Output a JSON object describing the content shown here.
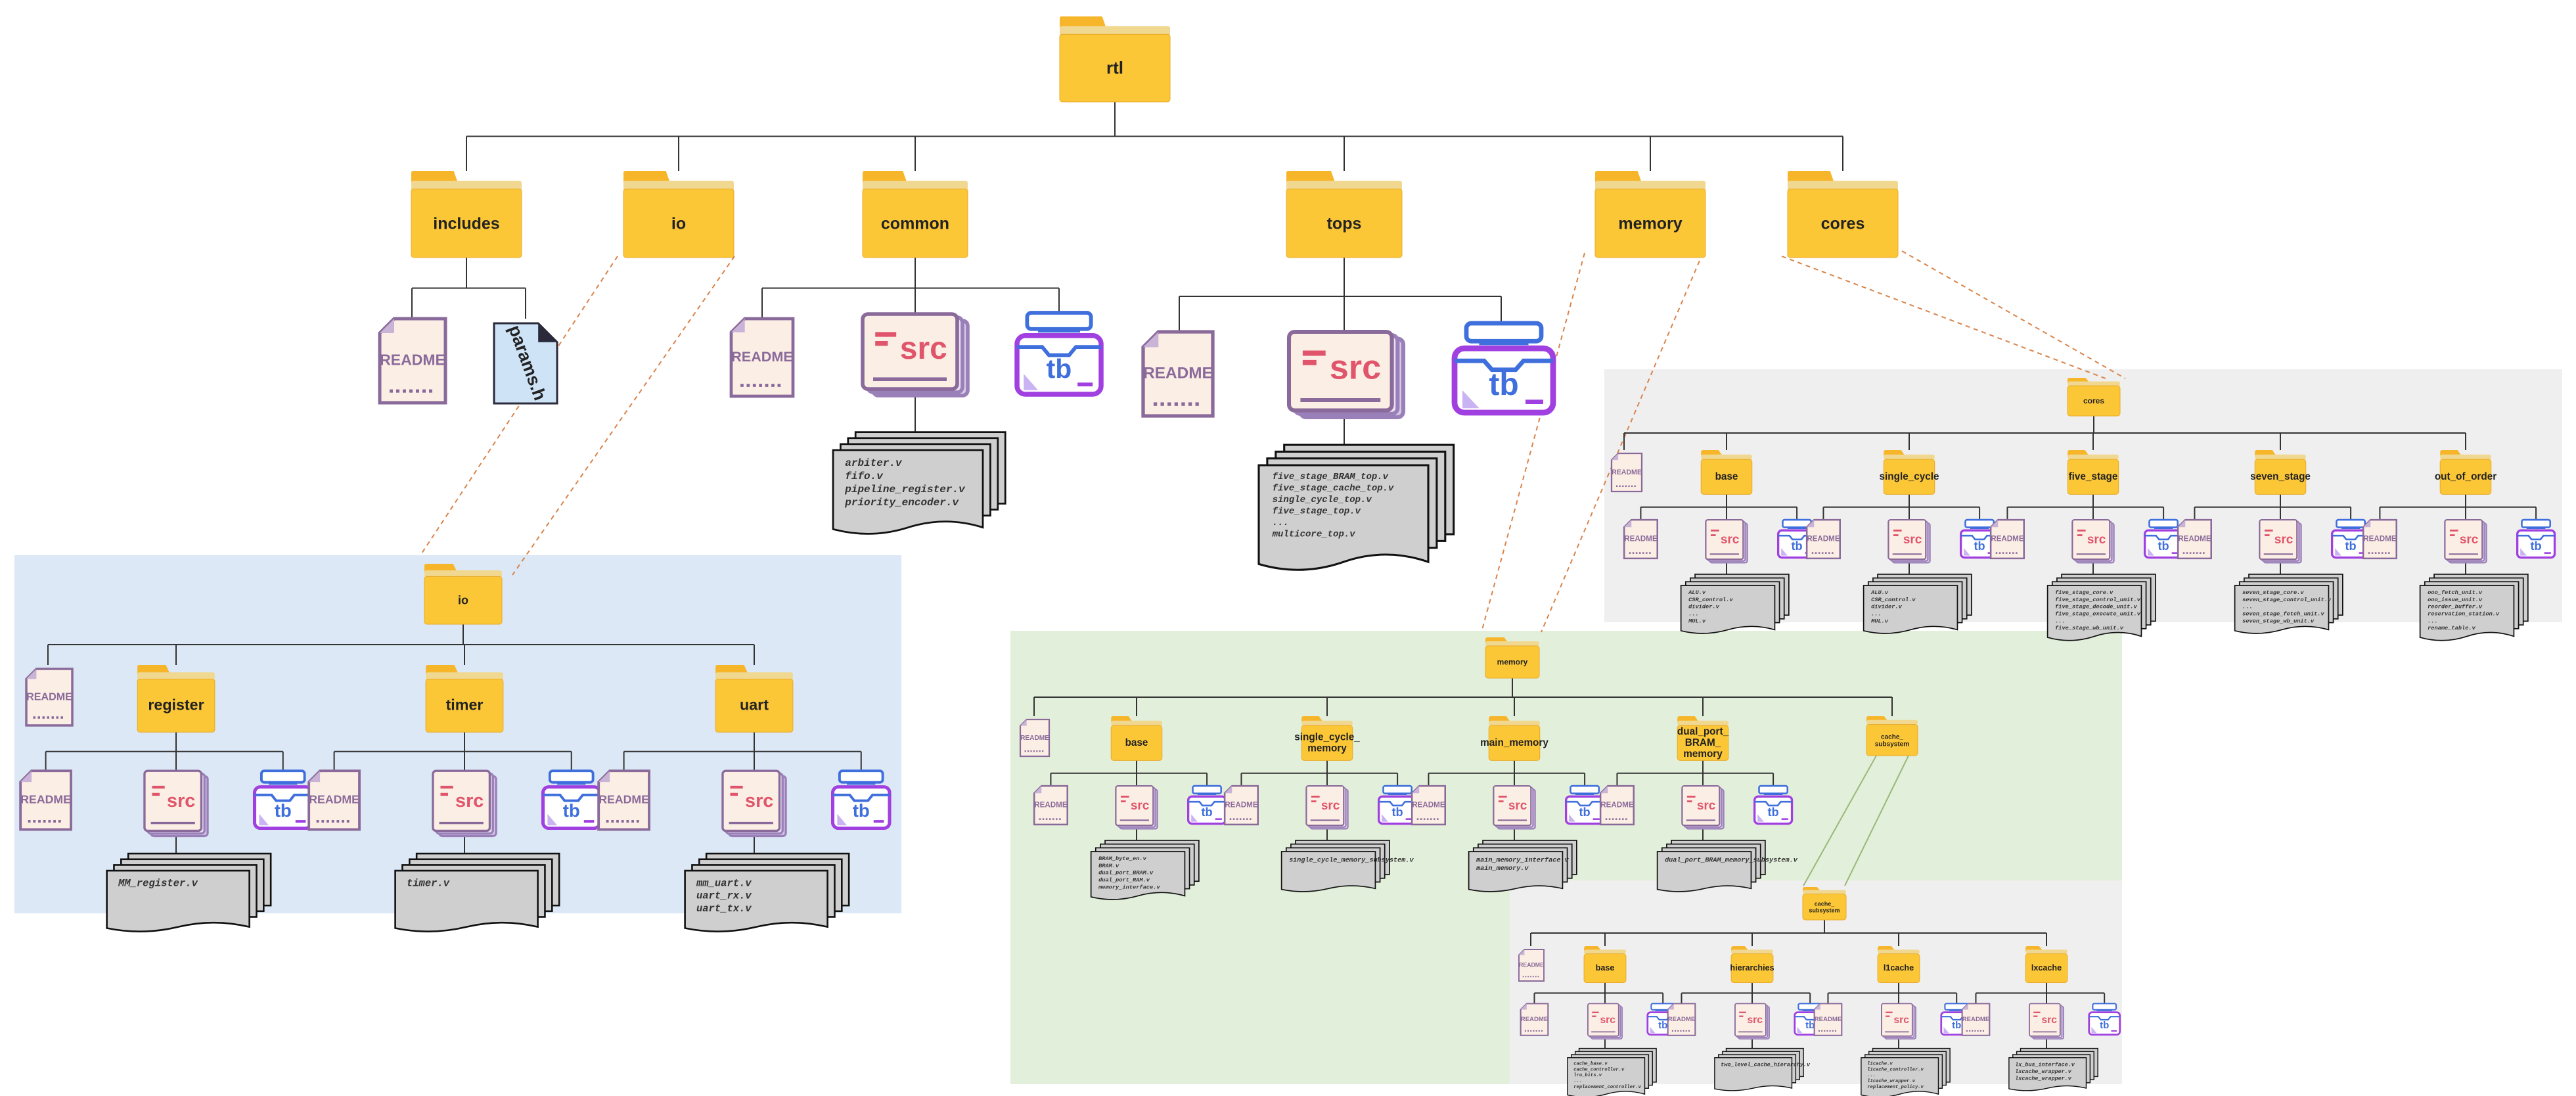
{
  "root": {
    "label": "rtl"
  },
  "top_dirs": {
    "includes": {
      "label": "includes",
      "readme": "README",
      "params": "params.h"
    },
    "io": {
      "label": "io"
    },
    "common": {
      "label": "common",
      "readme": "README",
      "src": "src",
      "tb": "tb",
      "files": [
        "arbiter.v",
        "fifo.v",
        "pipeline_register.v",
        "priority_encoder.v"
      ]
    },
    "tops": {
      "label": "tops",
      "readme": "README",
      "src": "src",
      "tb": "tb",
      "files": [
        "five_stage_BRAM_top.v",
        "five_stage_cache_top.v",
        "single_cycle_top.v",
        "five_stage_top.v",
        "...",
        "multicore_top.v"
      ]
    },
    "memory": {
      "label": "memory"
    },
    "cores": {
      "label": "cores"
    }
  },
  "io_panel": {
    "title": "io",
    "readme": "README",
    "subdirs": [
      {
        "label": "register",
        "readme": "README",
        "src": "src",
        "tb": "tb",
        "files": [
          "MM_register.v"
        ]
      },
      {
        "label": "timer",
        "readme": "README",
        "src": "src",
        "tb": "tb",
        "files": [
          "timer.v"
        ]
      },
      {
        "label": "uart",
        "readme": "README",
        "src": "src",
        "tb": "tb",
        "files": [
          "mm_uart.v",
          "uart_rx.v",
          "uart_tx.v"
        ]
      }
    ]
  },
  "cores_panel": {
    "title": "cores",
    "readme": "README",
    "subdirs": [
      {
        "label": "base",
        "readme": "README",
        "src": "src",
        "tb": "tb",
        "files": [
          "ALU.v",
          "CSR_control.v",
          "divider.v",
          "...",
          "MUL.v"
        ]
      },
      {
        "label": "single_cycle",
        "readme": "README",
        "src": "src",
        "tb": "tb",
        "files": [
          "ALU.v",
          "CSR_control.v",
          "divider.v",
          "...",
          "MUL.v"
        ]
      },
      {
        "label": "five_stage",
        "readme": "README",
        "src": "src",
        "tb": "tb",
        "files": [
          "five_stage_core.v",
          "five_stage_control_unit.v",
          "five_stage_decode_unit.v",
          "five_stage_execute_unit.v",
          "...",
          "five_stage_wb_unit.v"
        ]
      },
      {
        "label": "seven_stage",
        "readme": "README",
        "src": "src",
        "tb": "tb",
        "files": [
          "seven_stage_core.v",
          "seven_stage_control_unit.v",
          "...",
          "seven_stage_fetch_unit.v",
          "seven_stage_wb_unit.v"
        ]
      },
      {
        "label": "out_of_order",
        "readme": "README",
        "src": "src",
        "tb": "tb",
        "files": [
          "ooo_fetch_unit.v",
          "ooo_issue_unit.v",
          "reorder_buffer.v",
          "reservation_station.v",
          "...",
          "rename_table.v"
        ]
      }
    ]
  },
  "memory_panel": {
    "title": "memory",
    "readme": "README",
    "subdirs": [
      {
        "label": "base",
        "readme": "README",
        "src": "src",
        "tb": "tb",
        "files": [
          "BRAM_byte_en.v",
          "BRAM.v",
          "dual_port_BRAM.v",
          "dual_port_RAM.v",
          "memory_interface.v"
        ]
      },
      {
        "label": "single_cycle_memory",
        "readme": "README",
        "src": "src",
        "tb": "tb",
        "files": [
          "single_cycle_memory_subsystem.v"
        ]
      },
      {
        "label": "main_memory",
        "readme": "README",
        "src": "src",
        "tb": "tb",
        "files": [
          "main_memory_interface.v",
          "main_memory.v"
        ]
      },
      {
        "label": "dual_port_BRAM_memory",
        "readme": "README",
        "src": "src",
        "tb": "tb",
        "files": [
          "dual_port_BRAM_memory_subsystem.v"
        ]
      },
      {
        "label": "cache_subsystem"
      }
    ]
  },
  "cache_panel": {
    "title": "cache_subsystem",
    "subdirs": [
      {
        "label": "base",
        "readme": "README",
        "src": "src",
        "tb": "tb",
        "files": [
          "cache_base.v",
          "cache_controller.v",
          "lru_bits.v",
          "...",
          "replacement_controller.v"
        ]
      },
      {
        "label": "hierarchies",
        "readme": "README",
        "src": "src",
        "tb": "tb",
        "files": [
          "two_level_cache_hierarchy.v"
        ]
      },
      {
        "label": "l1cache",
        "readme": "README",
        "src": "src",
        "tb": "tb",
        "files": [
          "l1cache.v",
          "l1cache_controller.v",
          "...",
          "l1cache_wrapper.v",
          "replacement_policy.v"
        ]
      },
      {
        "label": "lxcache",
        "readme": "README",
        "src": "src",
        "tb": "tb",
        "files": [
          "lx_bus_interface.v",
          "lxcache_wrapper.v",
          "lxcache_wrapper.v"
        ]
      }
    ]
  },
  "colors": {
    "folder_body": "#fcc737",
    "folder_tab": "#f7b52a",
    "readme_border": "#8a6a9a",
    "src_accent": "#e0556b",
    "tb_blue": "#3f6fdc",
    "tb_purple": "#a040e0",
    "io_panel_bg": "#dce8f5",
    "memory_panel_bg": "#e2efda",
    "cores_panel_bg": "#efefef",
    "connector": "#d9834a",
    "file_stack": "#cfcfcf"
  }
}
